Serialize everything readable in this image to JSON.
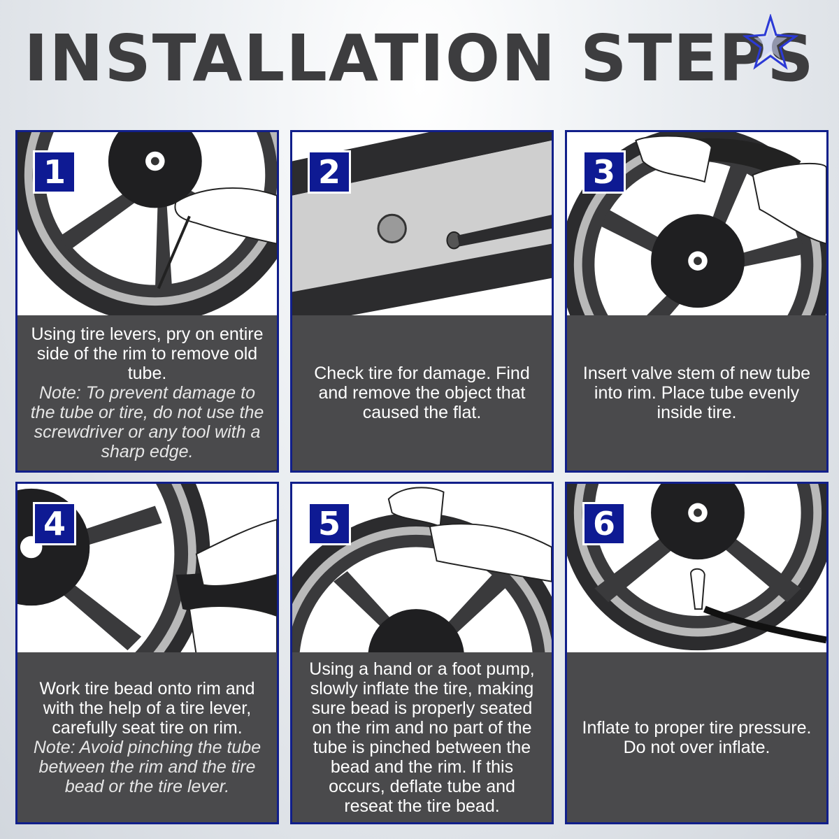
{
  "title": "INSTALLATION STEPS",
  "accent_color": "#111f8a",
  "badge_color": "#0e1a93",
  "caption_bg": "#4a4a4c",
  "steps": [
    {
      "number": "1",
      "text": "Using tire levers, pry on entire side of the rim to remove old tube.",
      "note": "Note: To prevent damage to the tube or tire, do not use the screwdriver or any tool with a sharp edge."
    },
    {
      "number": "2",
      "text": "Check tire for damage. Find and remove the object that caused the flat.",
      "note": ""
    },
    {
      "number": "3",
      "text": "Insert valve stem of new tube into rim. Place tube evenly inside tire.",
      "note": ""
    },
    {
      "number": "4",
      "text": "Work tire bead onto rim and with the help of a tire lever, carefully seat tire on rim.",
      "note": "Note: Avoid pinching the tube between the rim and the tire bead or the tire lever."
    },
    {
      "number": "5",
      "text": "Using a hand or a foot pump, slowly inflate the tire, making sure bead is properly seated on the rim and no part of the tube is pinched between the bead and the rim. If this occurs, deflate tube and reseat the tire bead.",
      "note": ""
    },
    {
      "number": "6",
      "text": "Inflate to proper tire pressure. Do not over inflate.",
      "note": ""
    }
  ]
}
